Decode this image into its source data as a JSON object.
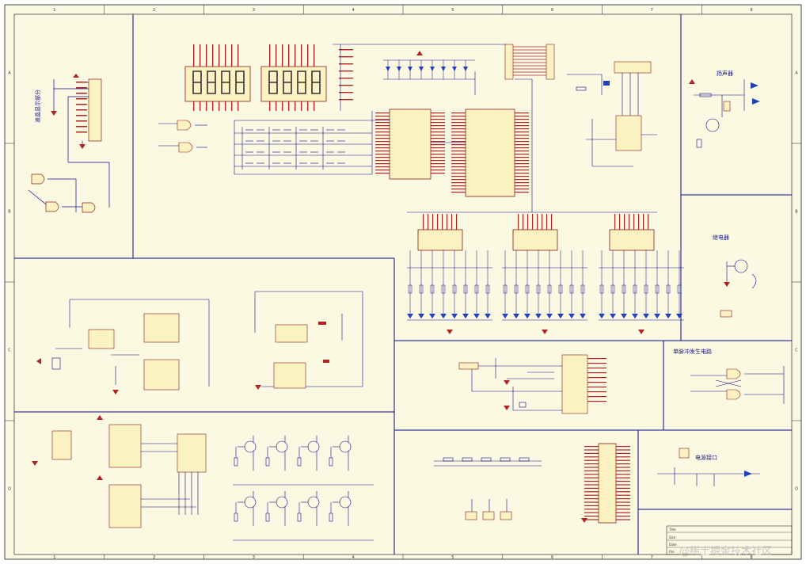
{
  "sheet": {
    "background": "#fcf9e3",
    "wire_color": "#0a0a8c",
    "component_fill": "#fdf2c2",
    "component_stroke": "#8b1a1a",
    "pin_color": "#b22222",
    "led_color": "#1f3fbf",
    "column_numbers": [
      "1",
      "2",
      "3",
      "4",
      "5",
      "6",
      "7",
      "8"
    ],
    "row_letters": [
      "A",
      "B",
      "C",
      "D"
    ]
  },
  "sections": {
    "lcd_display": {
      "title": "液晶显示部分"
    },
    "speaker": {
      "title": "扬声器"
    },
    "relay": {
      "title": "继电器"
    },
    "single_pulse": {
      "title": "单脉冲发生电路"
    },
    "power": {
      "title": "电源接口"
    }
  },
  "title_block": {
    "row1": "Title",
    "row2": "Size",
    "row3": "Date",
    "row4": "File"
  },
  "watermark": "@稀土掘金技术社区"
}
